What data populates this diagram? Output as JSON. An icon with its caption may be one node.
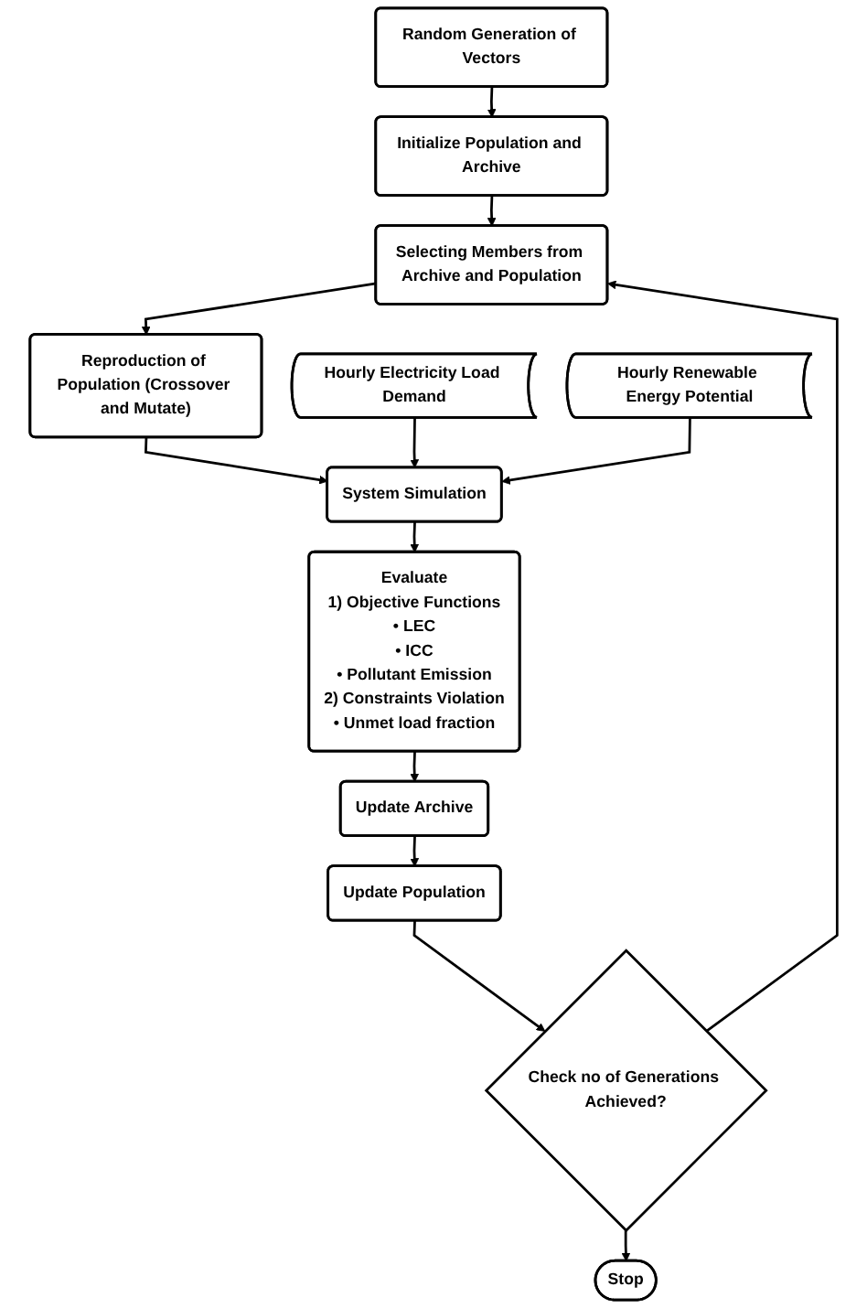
{
  "diagram": {
    "nodes": [
      {
        "text": [
          "Random Generation of Vectors"
        ]
      },
      {
        "text": [
          "Initialize Population and Archive"
        ]
      },
      {
        "text": [
          "Selecting Members from Archive and Population"
        ]
      },
      {
        "text": [
          "Reproduction of Population (Crossover and Mutate)"
        ]
      },
      {
        "text": [
          "Hourly Electricity Load Demand"
        ]
      },
      {
        "text": [
          "System Simulation"
        ]
      },
      {
        "text": [
          "Hourly Renewable Energy Potential"
        ]
      },
      {
        "text": [
          "Evaluate",
          "1) Objective Functions",
          "• LEC",
          "• ICC",
          "• Pollutant Emission",
          "2) Constraints Violation",
          "• Unmet load fraction"
        ]
      },
      {
        "text": [
          "Update Archive"
        ]
      },
      {
        "text": [
          "Update Population"
        ]
      },
      {
        "text": [
          "Check no of Generations Achieved?"
        ]
      },
      {
        "text": [
          "Stop"
        ]
      }
    ],
    "edges": [
      {
        "from": 0,
        "to": 1,
        "arrow": "to"
      },
      {
        "from": 1,
        "to": 2,
        "arrow": "to"
      },
      {
        "from": 2,
        "to": 3,
        "arrow": "to"
      },
      {
        "from": 3,
        "to": 5,
        "arrow": "to"
      },
      {
        "from": 4,
        "to": 5,
        "arrow": "to"
      },
      {
        "from": 6,
        "to": 5,
        "arrow": "to"
      },
      {
        "from": 5,
        "to": 7,
        "arrow": "to"
      },
      {
        "from": 7,
        "to": 8,
        "arrow": "to"
      },
      {
        "from": 8,
        "to": 9,
        "arrow": "to"
      },
      {
        "from": 9,
        "to": 10,
        "arrow": "to"
      },
      {
        "from": 10,
        "to": 11,
        "arrow": "to"
      },
      {
        "from": 10,
        "to": 2,
        "arrow": "to"
      }
    ]
  }
}
